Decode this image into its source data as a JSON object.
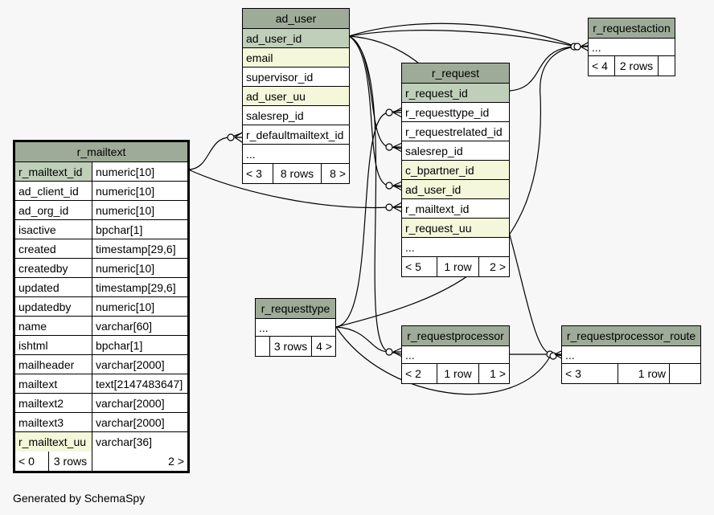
{
  "footer_credit": "Generated by SchemaSpy",
  "tables": {
    "ad_user": {
      "name": "ad_user",
      "columns": [
        "ad_user_id",
        "email",
        "supervisor_id",
        "ad_user_uu",
        "salesrep_id",
        "r_defaultmailtext_id",
        "..."
      ],
      "footer": [
        "< 3",
        "8 rows",
        "8 >"
      ]
    },
    "r_requestaction": {
      "name": "r_requestaction",
      "columns": [
        "..."
      ],
      "footer": [
        "< 4",
        "2 rows",
        ""
      ]
    },
    "r_request": {
      "name": "r_request",
      "columns": [
        "r_request_id",
        "r_requesttype_id",
        "r_requestrelated_id",
        "salesrep_id",
        "c_bpartner_id",
        "ad_user_id",
        "r_mailtext_id",
        "r_request_uu",
        "..."
      ],
      "footer": [
        "< 5",
        "1 row",
        "2 >"
      ]
    },
    "r_mailtext": {
      "name": "r_mailtext",
      "columns": [
        {
          "name": "r_mailtext_id",
          "type": "numeric[10]"
        },
        {
          "name": "ad_client_id",
          "type": "numeric[10]"
        },
        {
          "name": "ad_org_id",
          "type": "numeric[10]"
        },
        {
          "name": "isactive",
          "type": "bpchar[1]"
        },
        {
          "name": "created",
          "type": "timestamp[29,6]"
        },
        {
          "name": "createdby",
          "type": "numeric[10]"
        },
        {
          "name": "updated",
          "type": "timestamp[29,6]"
        },
        {
          "name": "updatedby",
          "type": "numeric[10]"
        },
        {
          "name": "name",
          "type": "varchar[60]"
        },
        {
          "name": "ishtml",
          "type": "bpchar[1]"
        },
        {
          "name": "mailheader",
          "type": "varchar[2000]"
        },
        {
          "name": "mailtext",
          "type": "text[2147483647]"
        },
        {
          "name": "mailtext2",
          "type": "varchar[2000]"
        },
        {
          "name": "mailtext3",
          "type": "varchar[2000]"
        },
        {
          "name": "r_mailtext_uu",
          "type": "varchar[36]"
        }
      ],
      "footer": [
        "< 0",
        "3 rows",
        "2 >"
      ]
    },
    "r_requesttype": {
      "name": "r_requesttype",
      "columns": [
        "..."
      ],
      "footer": [
        "",
        "3 rows",
        "4 >"
      ]
    },
    "r_requestprocessor": {
      "name": "r_requestprocessor",
      "columns": [
        "..."
      ],
      "footer": [
        "< 2",
        "1 row",
        "1 >"
      ]
    },
    "r_requestprocessor_route": {
      "name": "r_requestprocessor_route",
      "columns": [
        "..."
      ],
      "footer": [
        "< 3",
        "1 row",
        ""
      ]
    }
  }
}
